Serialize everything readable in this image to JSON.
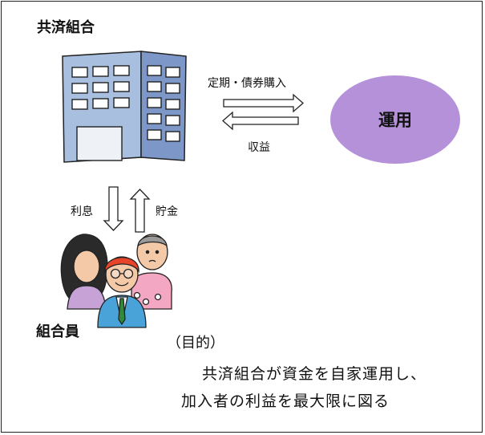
{
  "union_label": "共済組合",
  "members_label": "組合員",
  "investment_label": "運用",
  "arrow_top_label": "定期・債券購入",
  "arrow_bottom_label": "収益",
  "interest_label": "利息",
  "savings_label": "貯金",
  "purpose_heading": "（目的）",
  "purpose_line1": "共済組合が資金を自家運用し、",
  "purpose_line2": "加入者の利益を最大限に図る",
  "colors": {
    "investment_circle": "#b591d9",
    "building_front": "#a9bfe0",
    "building_side": "#6f8fbf",
    "skin": "#f3c9a8"
  }
}
